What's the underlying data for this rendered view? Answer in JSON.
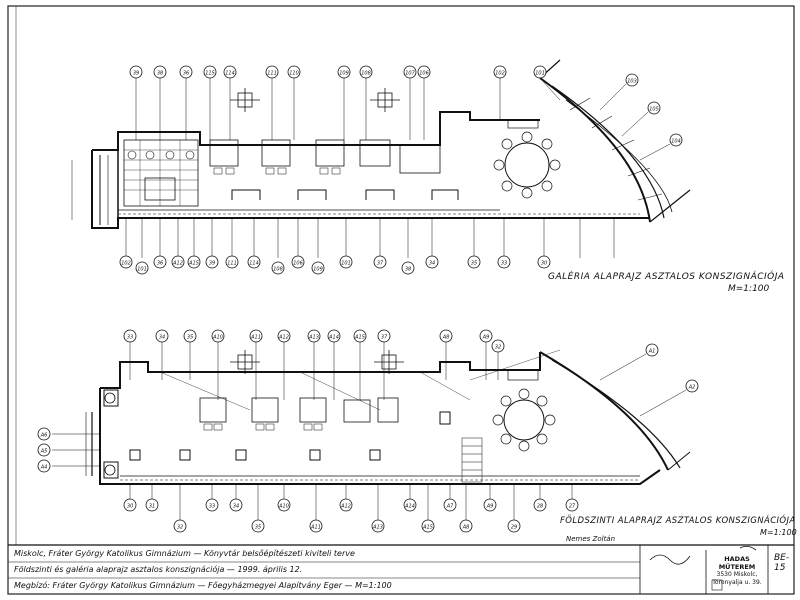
{
  "upper_plan": {
    "title": "GALÉRIA ALAPRAJZ ASZTALOS KONSZIGNÁCIÓJA",
    "scale": "M=1:100",
    "top_markers": [
      "39",
      "38",
      "36",
      "115",
      "114",
      "111",
      "110",
      "109",
      "108",
      "107",
      "106",
      "102",
      "101"
    ],
    "bottom_markers": [
      "102",
      "101",
      "36",
      "A12",
      "A15",
      "39",
      "111",
      "114",
      "108",
      "106",
      "109",
      "101",
      "37",
      "38",
      "34",
      "35",
      "33",
      "30"
    ],
    "right_markers": [
      "103",
      "105",
      "104"
    ]
  },
  "lower_plan": {
    "title": "FÖLDSZINTI ALAPRAJZ ASZTALOS KONSZIGNÁCIÓJA",
    "scale": "M=1:100",
    "top_markers": [
      "33",
      "34",
      "35",
      "A10",
      "A11",
      "A12",
      "A13",
      "A14",
      "A15",
      "37",
      "A8",
      "A9",
      "32"
    ],
    "bottom_markers": [
      "30",
      "31",
      "32",
      "33",
      "34",
      "35",
      "A10",
      "A11",
      "A12",
      "A13",
      "A14",
      "A15",
      "A7",
      "A8",
      "A9",
      "29",
      "28",
      "27"
    ],
    "left_markers": [
      "A6",
      "A5",
      "A4"
    ],
    "right_markers": [
      "A1",
      "A2"
    ]
  },
  "title_block": {
    "row1": "Miskolc, Fráter György Katolikus Gimnázium — Könyvtár belsőépítészeti kiviteli terve",
    "row2": "Földszinti és galéria alaprajz asztalos konszignációja — 1999. április 12.",
    "row3": "Megbízó: Fráter György Katolikus Gimnázium — Főegyházmegyei Alapítvány Eger — M=1:100",
    "signature_label": "Nemes Zoltán"
  },
  "stamp": {
    "name": "HADAS MŰTEREM",
    "city": "3530 Miskolc,",
    "street": "Toronyalja u. 39."
  },
  "sheet_no": "BE-15"
}
